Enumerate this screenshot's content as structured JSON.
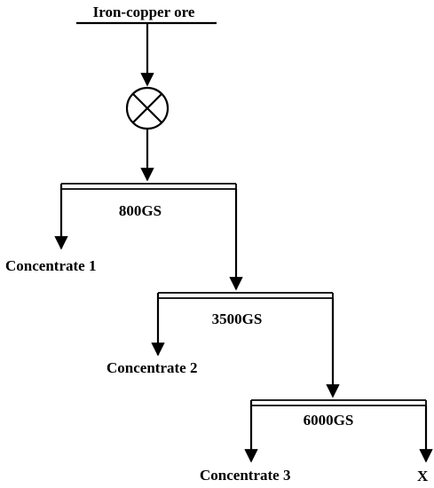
{
  "feed": {
    "label": "Iron-copper ore"
  },
  "stages": [
    {
      "field": "800GS",
      "concentrate": "Concentrate 1"
    },
    {
      "field": "3500GS",
      "concentrate": "Concentrate 2"
    },
    {
      "field": "6000GS",
      "concentrate": "Concentrate 3"
    }
  ],
  "tailings": {
    "label": "X"
  },
  "colors": {
    "line": "#000000",
    "background": "#ffffff"
  }
}
